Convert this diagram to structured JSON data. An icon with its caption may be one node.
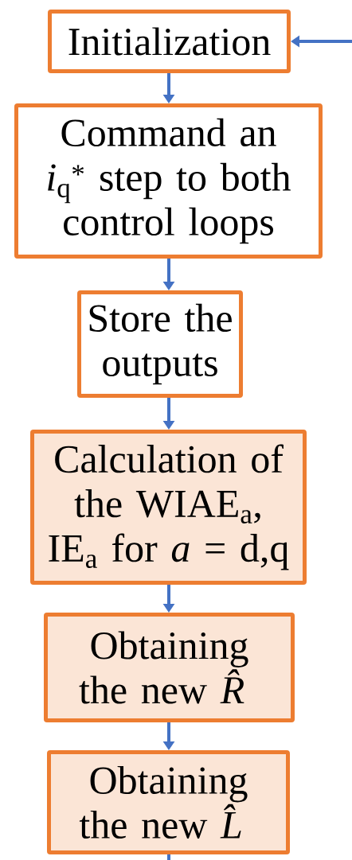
{
  "diagram": {
    "nodes": [
      {
        "text": [
          "Initialization"
        ]
      },
      {
        "text": [
          "Command an *i*$_{q}$$^{*}$ step to both control loops"
        ]
      },
      {
        "text": [
          "Store the outputs"
        ]
      },
      {
        "text": [
          "Calculation of the WIAE$_{a}$, IE$_{a}$ for *a* = d,q"
        ]
      },
      {
        "text": [
          "Obtaining the new *R̂*"
        ]
      },
      {
        "text": [
          "Obtaining the new *L̂*"
        ]
      }
    ],
    "edges": [
      {
        "from": null,
        "to": 0,
        "arrow": "to"
      },
      {
        "from": 0,
        "to": 1,
        "arrow": "to"
      },
      {
        "from": 1,
        "to": 2,
        "arrow": "to"
      },
      {
        "from": 2,
        "to": 3,
        "arrow": "to"
      },
      {
        "from": 3,
        "to": 4,
        "arrow": "to"
      },
      {
        "from": 4,
        "to": 5,
        "arrow": "to"
      },
      {
        "from": 5,
        "to": null,
        "arrow": "none"
      }
    ]
  }
}
